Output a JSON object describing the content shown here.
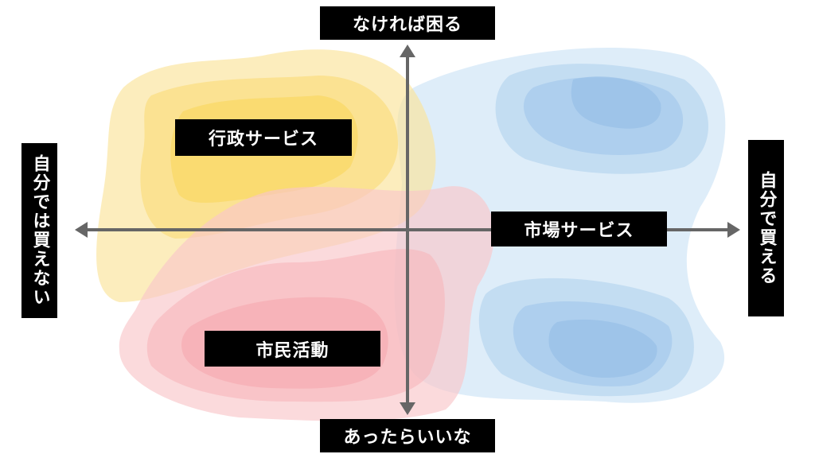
{
  "axes": {
    "top": "なければ困る",
    "bottom": "あったらいいな",
    "left": "自分では買えない",
    "right": "自分で買える"
  },
  "regions": {
    "government": "行政サービス",
    "market": "市場サービス",
    "citizen": "市民活動"
  },
  "colors": {
    "government": "#f9d24a",
    "market": "#8fbde6",
    "citizen": "#f7a9ae",
    "axis": "#666666"
  }
}
